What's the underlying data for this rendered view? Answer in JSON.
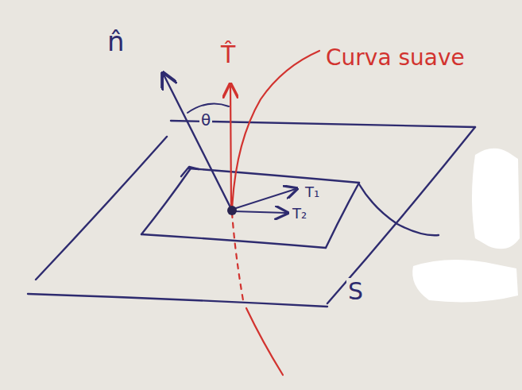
{
  "diagram": {
    "labels": [
      "n̂",
      "T̂",
      "Curva suave",
      "θ",
      "T₁",
      "T₂",
      "S"
    ]
  }
}
